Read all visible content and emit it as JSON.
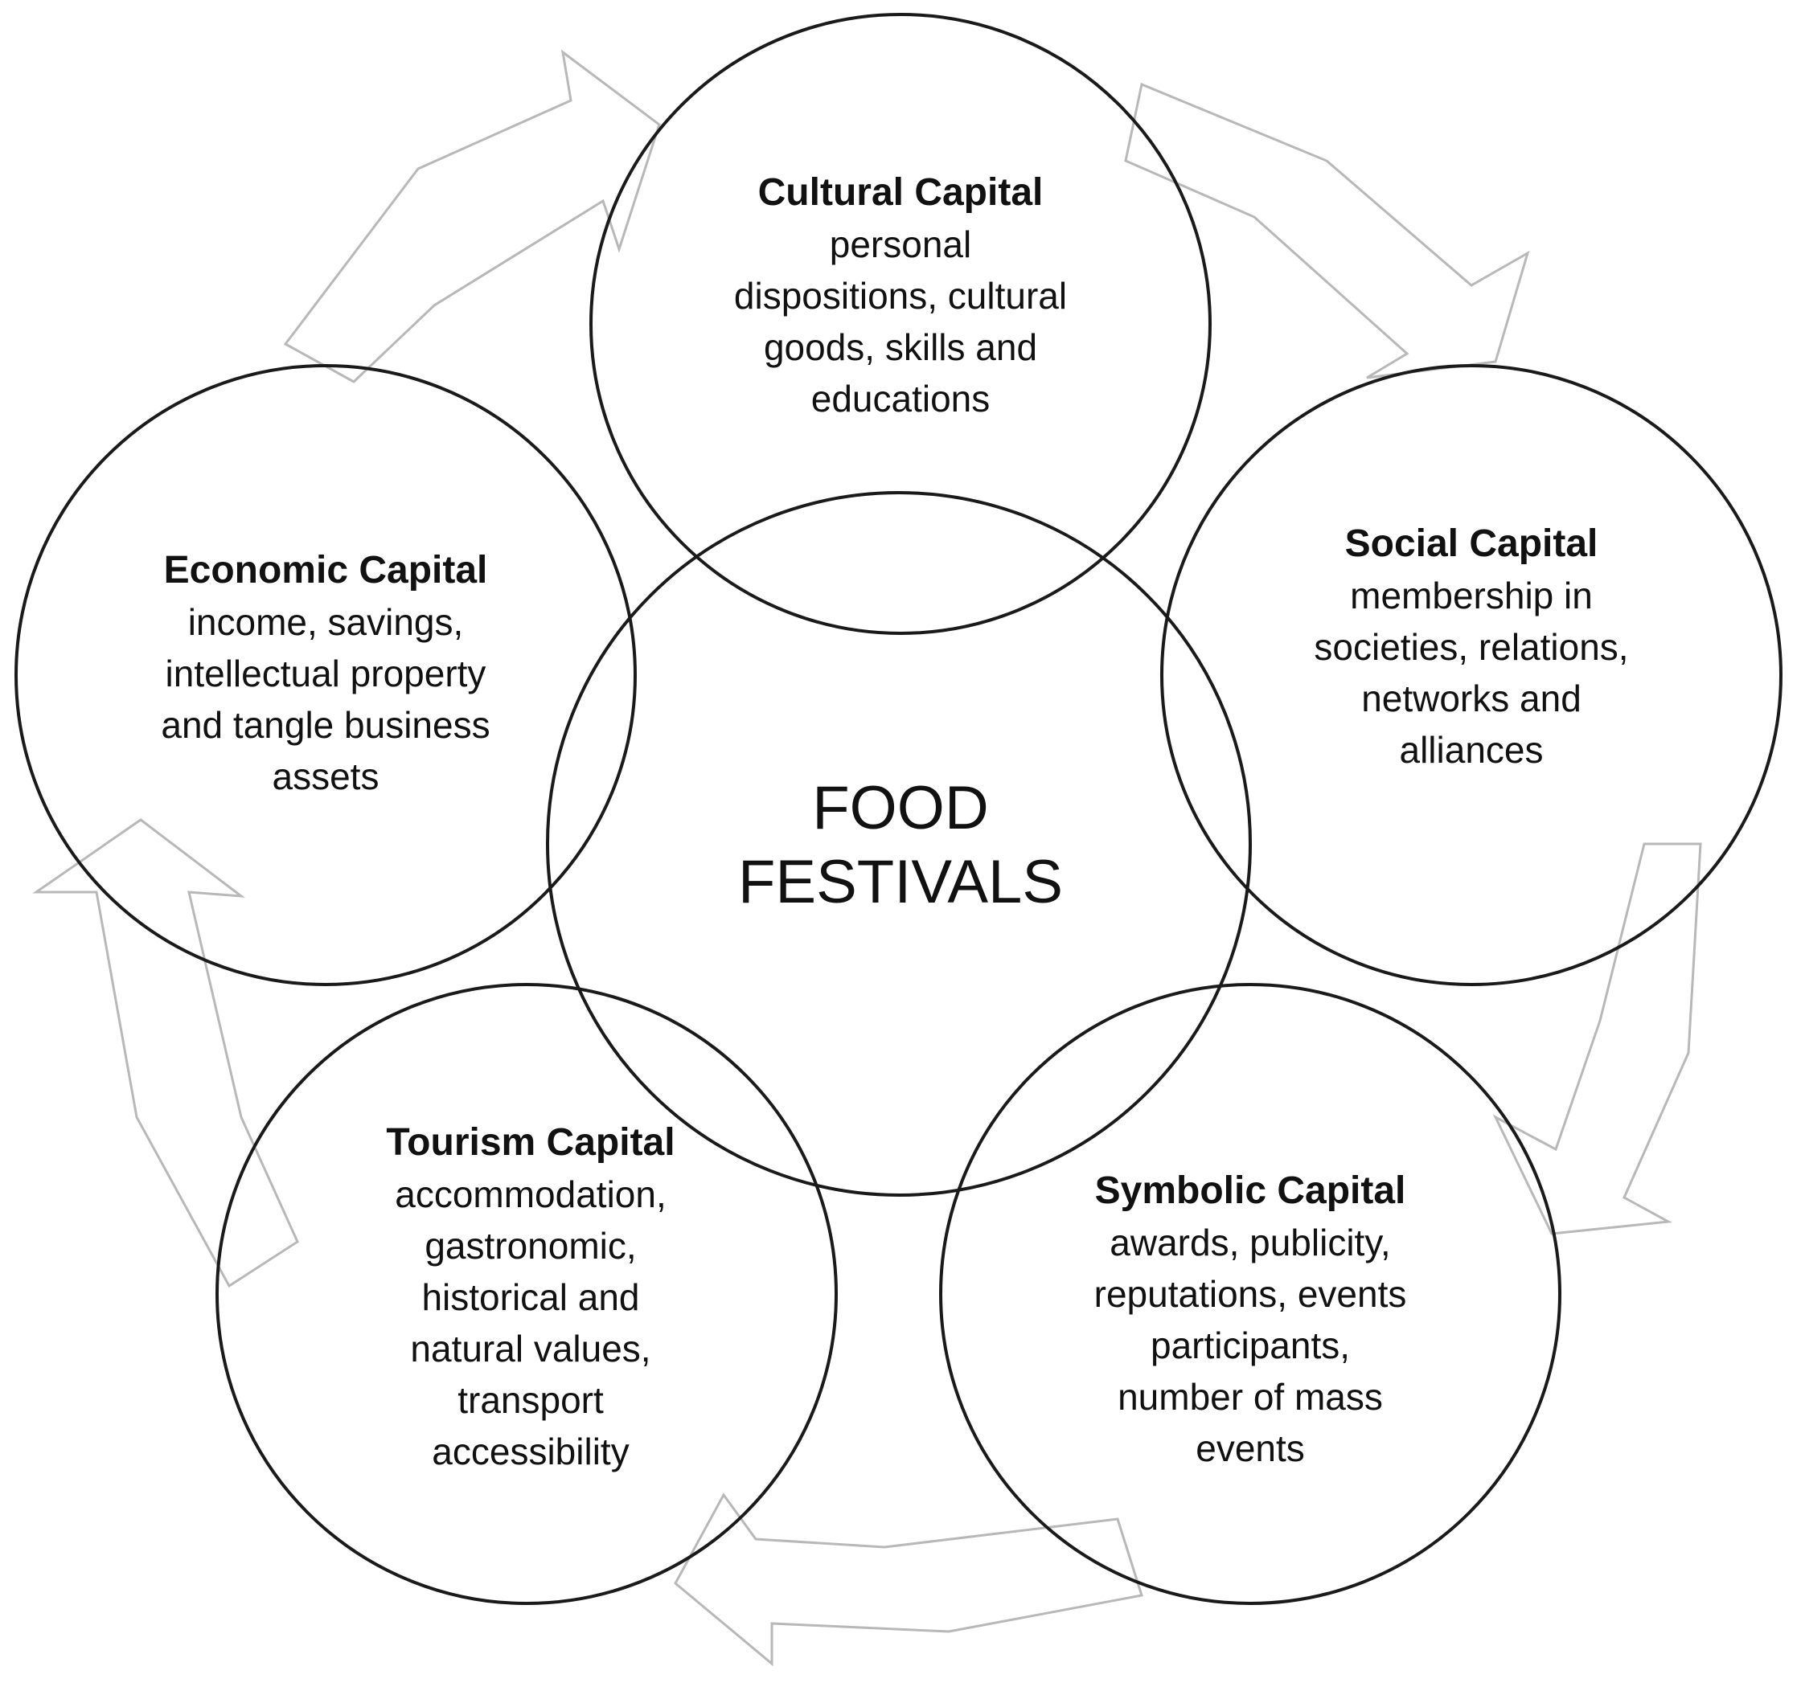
{
  "center": {
    "line1": "FOOD",
    "line2": "FESTIVALS"
  },
  "capitals": {
    "cultural": {
      "title": "Cultural Capital",
      "lines": [
        "personal",
        "dispositions, cultural",
        "goods, skills and",
        "educations"
      ]
    },
    "social": {
      "title": "Social Capital",
      "lines": [
        "membership in",
        "societies, relations,",
        "networks and",
        "alliances"
      ]
    },
    "symbolic": {
      "title": "Symbolic Capital",
      "lines": [
        "awards, publicity,",
        "reputations, events",
        "participants,",
        "number of mass",
        "events"
      ]
    },
    "tourism": {
      "title": "Tourism Capital",
      "lines": [
        "accommodation,",
        "gastronomic,",
        "historical and",
        "natural values,",
        "transport",
        "accessibility"
      ]
    },
    "economic": {
      "title": "Economic Capital",
      "lines": [
        "income, savings,",
        "intellectual property",
        "and tangle business",
        "assets"
      ]
    }
  }
}
